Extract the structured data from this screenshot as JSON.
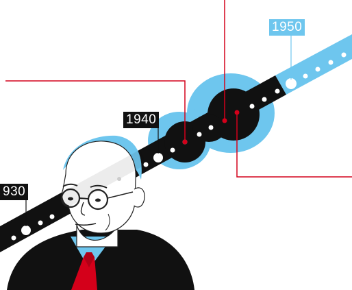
{
  "timeline": {
    "labels": [
      {
        "year": "930",
        "style": "dark"
      },
      {
        "year": "1940",
        "style": "dark"
      },
      {
        "year": "1950",
        "style": "light"
      }
    ]
  },
  "colors": {
    "dark_band": "#111111",
    "light_band": "#6ec6ee",
    "highlight_red": "#d4001a",
    "background": "#ffffff"
  },
  "icons": {
    "portrait": "man-with-glasses-portrait-icon"
  }
}
